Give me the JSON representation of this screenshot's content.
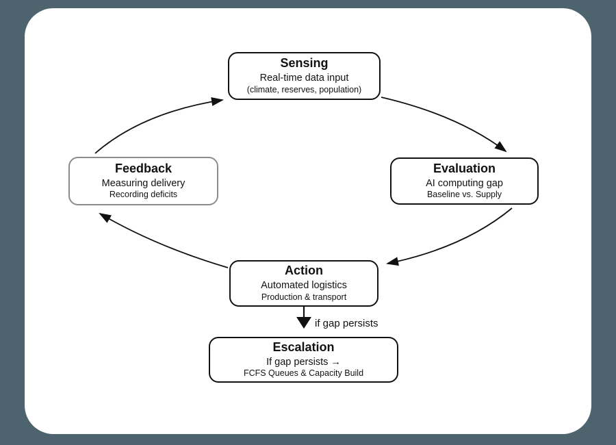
{
  "diagram": {
    "type": "flowchart-cycle",
    "colors": {
      "page_background": "#4d646e",
      "card_background": "#ffffff",
      "node_border": "#111111",
      "feedback_node_border": "#8c8c8c",
      "arrow": "#111111",
      "text": "#111111"
    },
    "nodes": {
      "sensing": {
        "title": "Sensing",
        "line2": "Real-time data input",
        "line3": "(climate, reserves, population)"
      },
      "evaluation": {
        "title": "Evaluation",
        "line2": "AI computing gap",
        "line3": "Baseline vs. Supply"
      },
      "feedback": {
        "title": "Feedback",
        "line2": "Measuring delivery",
        "line3": "Recording deficits"
      },
      "action": {
        "title": "Action",
        "line2": "Automated logistics",
        "line3": "Production & transport"
      },
      "escalation": {
        "title": "Escalation",
        "line2": "If gap persists →",
        "line3": "FCFS Queues & Capacity Build"
      }
    },
    "edges": [
      {
        "from": "sensing",
        "to": "evaluation",
        "label": ""
      },
      {
        "from": "evaluation",
        "to": "action",
        "label": ""
      },
      {
        "from": "action",
        "to": "feedback",
        "label": ""
      },
      {
        "from": "feedback",
        "to": "sensing",
        "label": ""
      },
      {
        "from": "action",
        "to": "escalation",
        "label": "if gap persists"
      }
    ]
  }
}
